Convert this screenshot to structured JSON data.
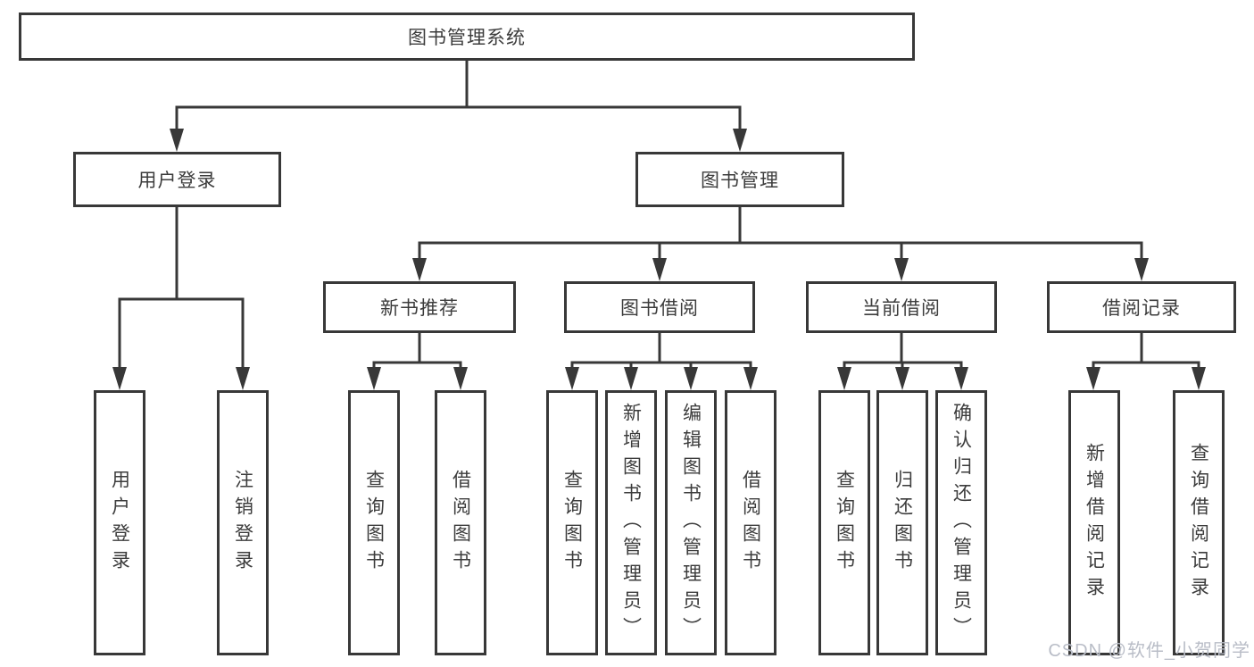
{
  "diagram": {
    "root_label": "图书管理系统",
    "branches": {
      "user_login": {
        "label": "用户登录",
        "children": [
          "用户登录",
          "注销登录"
        ]
      },
      "book_management": {
        "label": "图书管理",
        "sections": [
          {
            "label": "新书推荐",
            "children": [
              "查询图书",
              "借阅图书"
            ]
          },
          {
            "label": "图书借阅",
            "children": [
              "查询图书",
              "新增图书（管理员）",
              "编辑图书（管理员）",
              "借阅图书"
            ]
          },
          {
            "label": "当前借阅",
            "children": [
              "查询图书",
              "归还图书",
              "确认归还（管理员）"
            ]
          },
          {
            "label": "借阅记录",
            "children": [
              "新增借阅记录",
              "查询借阅记录"
            ]
          }
        ]
      }
    },
    "watermark": "CSDN @软件_小贺同学",
    "colors": {
      "line": "#383838",
      "box_background": "#ffffff",
      "text": "#3c3c3c",
      "watermark": "#b9bdc7"
    }
  }
}
